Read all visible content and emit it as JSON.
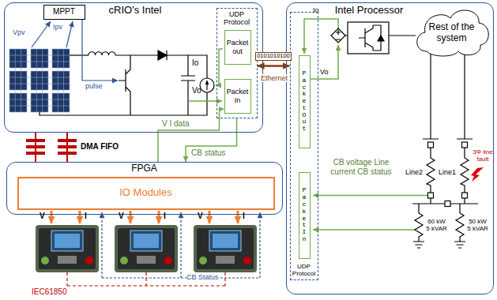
{
  "diagram": {
    "nodes": [
      {
        "text": [
          "cRIO's Intel"
        ]
      },
      {
        "text": [
          "MPPT"
        ],
        "in": 0
      },
      {
        "text": [
          "UDP Protocol"
        ],
        "in": 0
      },
      {
        "text": [
          "Packet out"
        ],
        "in": 2
      },
      {
        "text": [
          "Packet In"
        ],
        "in": 2
      },
      {
        "text": [
          "FPGA"
        ]
      },
      {
        "text": [
          "IO Modules"
        ],
        "in": 5
      },
      {
        "text": [
          "Intel Processor"
        ]
      },
      {
        "text": [
          "UDP Protocol"
        ],
        "in": 7
      },
      {
        "text": [
          "Packet Out"
        ],
        "in": 8
      },
      {
        "text": [
          "Packet In"
        ],
        "in": 8
      },
      {
        "text": [
          "Rest of the system"
        ],
        "in": 7
      }
    ],
    "edges": [
      {
        "from": 5,
        "to": 4,
        "label": "V I data",
        "arrow": "to"
      },
      {
        "from": 2,
        "to": 5,
        "label": "CB status",
        "arrow": "to"
      },
      {
        "from": 2,
        "to": 8,
        "label": "0101010100",
        "arrow": "both"
      }
    ],
    "labels": [
      "Vpv",
      "Ipv",
      "pulse",
      "Io",
      "Vo",
      "DMA FIFO",
      "Ethernet",
      "V",
      "I",
      "V",
      "I",
      "V",
      "I",
      "CB Status",
      "IEC61850",
      "Io",
      "Vo",
      "CB voltage Line current CB status",
      "3Φ line fault",
      "Line2",
      "Line1",
      "60 kW 5 kVAR",
      "50 kW 5 kVAR"
    ]
  }
}
